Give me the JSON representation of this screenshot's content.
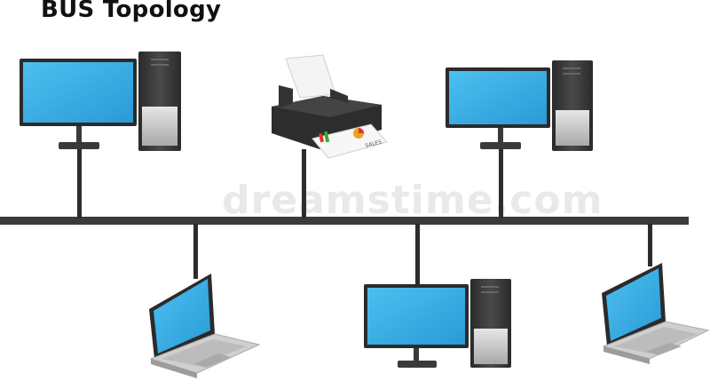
{
  "title": "BUS Topology",
  "watermark": "dreamstime.com",
  "colors": {
    "bus": "#3a3a3a",
    "screen": "#3aaee3",
    "screen_edge": "#1b88c2",
    "frame": "#2b2b2b",
    "tower": "#3a3a3a",
    "tower_panel": "#bdbdbd",
    "laptop_body": "#d9d9d9"
  },
  "devices": [
    {
      "type": "desktop-icon"
    },
    {
      "type": "printer-icon"
    },
    {
      "type": "desktop-icon"
    },
    {
      "type": "laptop-icon"
    },
    {
      "type": "desktop-icon"
    },
    {
      "type": "laptop-icon"
    }
  ],
  "printout_text": "SALES"
}
